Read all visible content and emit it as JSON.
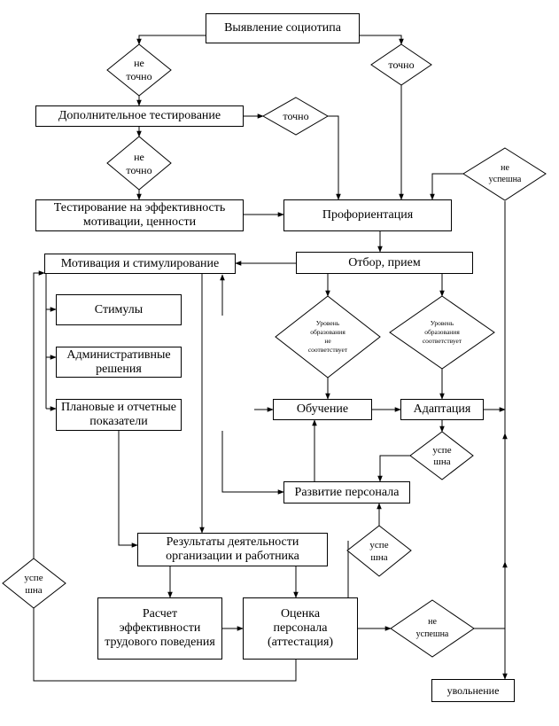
{
  "boxes": {
    "identify": "Выявление социотипа",
    "extra_testing": "Дополнительное тестирование",
    "motivation_testing": "Тестирование на эффективность\nмотивации, ценности",
    "career_guidance": "Профориентация",
    "selection": "Отбор, прием",
    "motivation": "Мотивация и стимулирование",
    "incentives": "Стимулы",
    "admin_decisions": "Административные\nрешения",
    "planned_indicators": "Плановые и отчетные\nпоказатели",
    "training": "Обучение",
    "adaptation": "Адаптация",
    "development": "Развитие персонала",
    "results": "Результаты деятельности\nорганизации и работника",
    "efficiency_calc": "Расчет\nэффективности\nтрудового поведения",
    "assessment": "Оценка\nперсонала\n(аттестация)",
    "dismissal": "увольнение"
  },
  "diamonds": {
    "inexact_1": "не\nточно",
    "exact_1": "точно",
    "exact_2": "точно",
    "inexact_2": "не\nточно",
    "unsuccessful_top": "не\nуспешна",
    "edu_not_match": "Уровень\nобразования\nне\nсоответствует",
    "edu_match": "Уровень\nобразования\nсоответствует",
    "success_adapt": "успе\nшна",
    "success_assess": "успе\nшна",
    "success_left": "успе\nшна",
    "unsuccessful_assess": "не\nуспешна"
  }
}
